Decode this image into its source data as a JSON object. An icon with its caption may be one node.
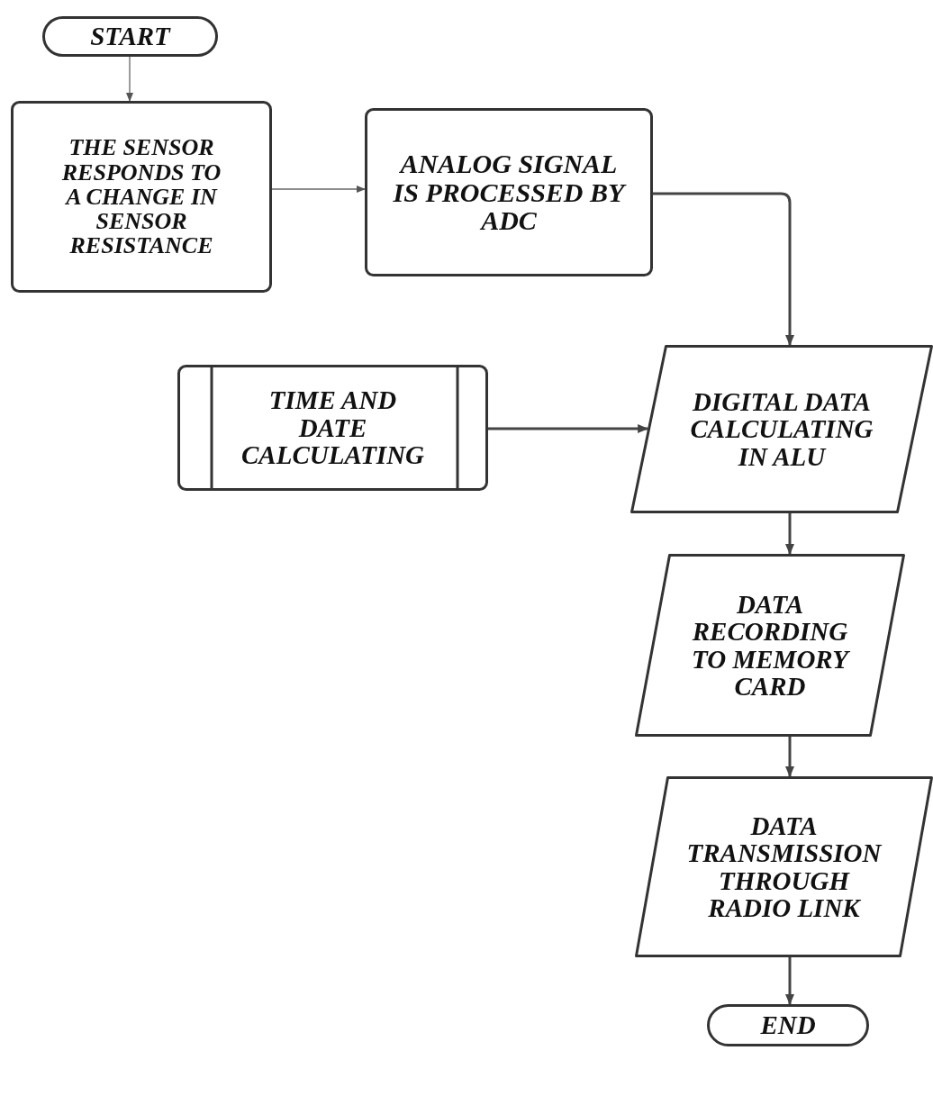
{
  "diagram": {
    "nodes": [
      {
        "text": [
          "START"
        ]
      },
      {
        "text": [
          "THE SENSOR RESPONDS TO A CHANGE IN SENSOR RESISTANCE"
        ]
      },
      {
        "text": [
          "ANALOG SIGNAL IS PROCESSED BY ADC"
        ]
      },
      {
        "text": [
          "TIME AND DATE CALCULATING"
        ]
      },
      {
        "text": [
          "DIGITAL DATA CALCULATING IN ALU"
        ]
      },
      {
        "text": [
          "DATA RECORDING TO MEMORY CARD"
        ]
      },
      {
        "text": [
          "DATA TRANSMISSION THROUGH RADIO LINK"
        ]
      },
      {
        "text": [
          "END"
        ]
      }
    ],
    "edges": [
      {
        "from": 0,
        "to": 1,
        "arrow": "to",
        "color": "#666666"
      },
      {
        "from": 1,
        "to": 2,
        "arrow": "to",
        "color": "#666666"
      },
      {
        "from": 2,
        "to": 4,
        "arrow": "to"
      },
      {
        "from": 3,
        "to": 4,
        "arrow": "to"
      },
      {
        "from": 4,
        "to": 5,
        "arrow": "to"
      },
      {
        "from": 5,
        "to": 6,
        "arrow": "to"
      },
      {
        "from": 6,
        "to": 7,
        "arrow": "to"
      }
    ]
  }
}
